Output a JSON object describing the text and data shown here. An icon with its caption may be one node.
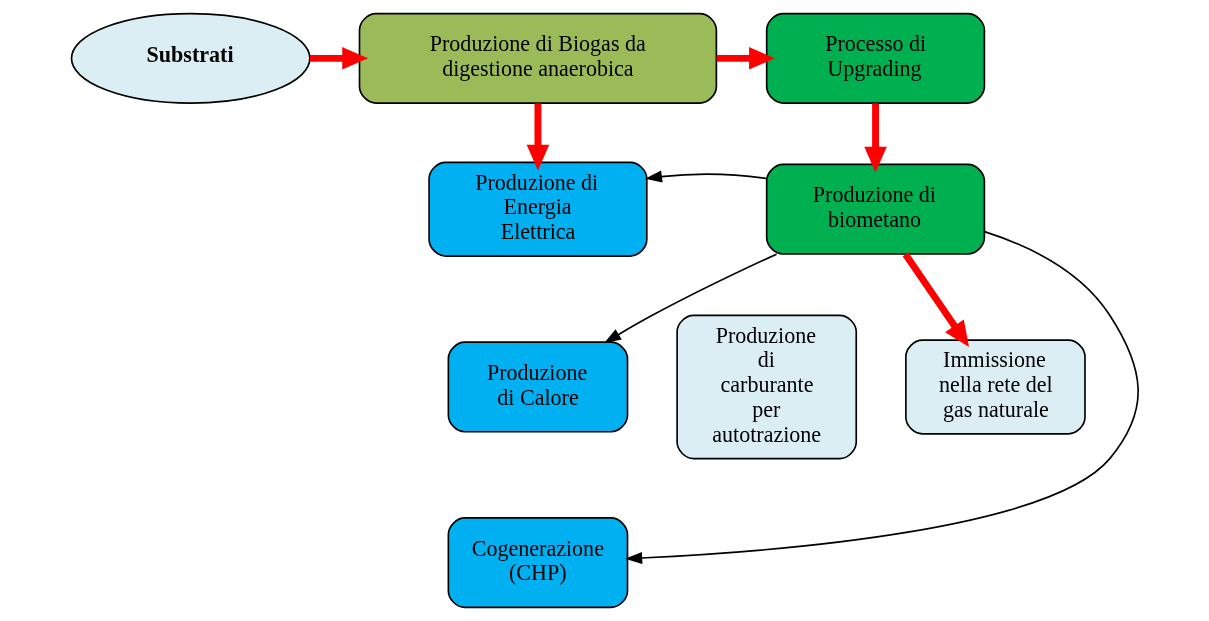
{
  "diagram": {
    "nodes": [
      {
        "text": [
          "Substrati"
        ]
      },
      {
        "text": [
          "Produzione di Biogas da digestione anaerobica"
        ]
      },
      {
        "text": [
          "Processo di Upgrading"
        ]
      },
      {
        "text": [
          "Produzione di Energia Elettrica"
        ]
      },
      {
        "text": [
          "Produzione di Calore"
        ]
      },
      {
        "text": [
          "Cogenerazione (CHP)"
        ]
      },
      {
        "text": [
          "Produzione di biometano"
        ]
      },
      {
        "text": [
          "Produzione di carburante per autotrazione"
        ]
      },
      {
        "text": [
          "Immissione nella rete del gas naturale"
        ]
      }
    ],
    "edges": [
      {
        "from": 0,
        "to": 1,
        "arrow": "to"
      },
      {
        "from": 1,
        "to": 2,
        "arrow": "to"
      },
      {
        "from": 1,
        "to": 3,
        "arrow": "to"
      },
      {
        "from": 2,
        "to": 6,
        "arrow": "to"
      },
      {
        "from": 6,
        "to": 3,
        "arrow": "to",
        "color": "#000000"
      },
      {
        "from": 6,
        "to": 4,
        "arrow": "to",
        "color": "#000000"
      },
      {
        "from": 6,
        "to": 5,
        "arrow": "to",
        "color": "#000000"
      },
      {
        "from": 6,
        "to": 8,
        "arrow": "to"
      }
    ]
  }
}
